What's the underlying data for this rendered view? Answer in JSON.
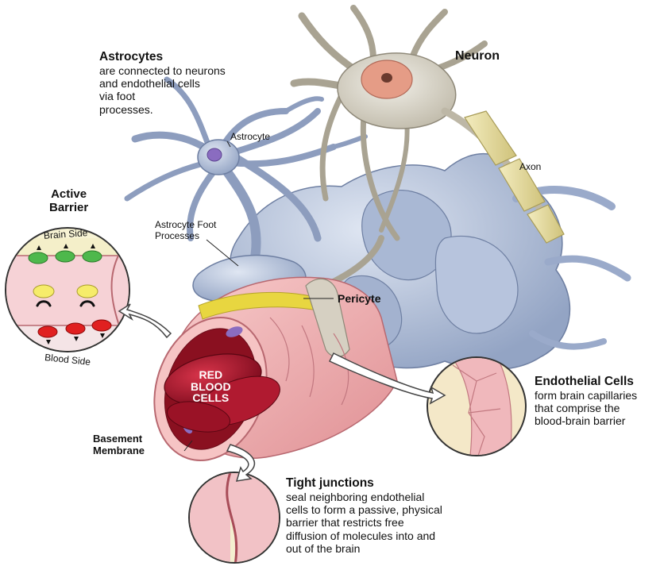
{
  "colors": {
    "astrocyte": "#b4c2dc",
    "astrocyte_dark": "#7e8fb0",
    "neuron": "#dcd8cc",
    "nucleus": "#e29a88",
    "axon_myelin": "#e6dc9e",
    "capillary": "#f0b2b4",
    "rbc": "#a8122a",
    "basement": "#e8d640",
    "green": "#4eb84c",
    "yellow": "#f6ec6a",
    "red": "#e02020"
  },
  "labels": {
    "astrocytes": {
      "title": "Astrocytes",
      "desc": "are connected to neurons\nand endothelial cells\nvia foot\nprocesses."
    },
    "neuron": "Neuron",
    "astrocyte": "Astrocyte",
    "axon": "Axon",
    "active_barrier": "Active\nBarrier",
    "brain_side": "Brain Side",
    "blood_side": "Blood Side",
    "astrocyte_foot": "Astrocyte Foot\nProcesses",
    "pericyte": "Pericyte",
    "rbc": "RED\nBLOOD\nCELLS",
    "endothelial": {
      "title": "Endothelial Cells",
      "desc": "form brain capillaries\nthat comprise the\nblood-brain barrier"
    },
    "basement": "Basement\nMembrane",
    "tight": {
      "title": "Tight junctions",
      "desc": "seal neighboring endothelial\ncells to form a passive, physical\nbarrier that restricts free\ndiffusion of molecules into and\nout of the brain"
    }
  }
}
